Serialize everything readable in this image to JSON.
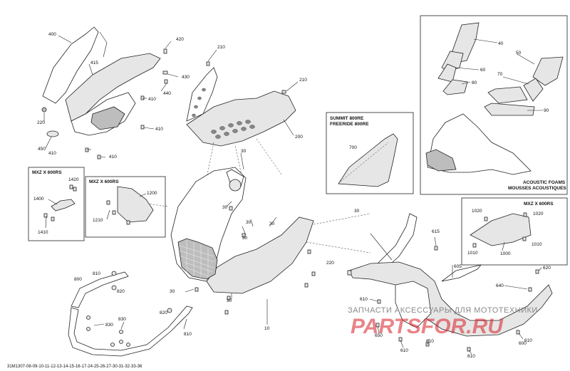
{
  "callouts": {
    "c400": "400",
    "c415": "415",
    "c420": "420",
    "c430": "430",
    "c440": "440",
    "c410a": "410",
    "c410b": "410",
    "c410c": "410",
    "c410d": "410",
    "c220a": "220",
    "c450": "450",
    "c210a": "210",
    "c210b": "210",
    "c200": "200",
    "c30a": "30",
    "c30b": "30",
    "c30c": "30",
    "c30d": "30",
    "c30e": "30",
    "c30f": "30",
    "c30g": "30",
    "c30h": "30",
    "c10": "10",
    "c700": "700",
    "c40": "40",
    "c50": "50",
    "c60": "60",
    "c70": "70",
    "c80": "80",
    "c90": "90",
    "c1420": "1420",
    "c1400": "1400",
    "c1410": "1410",
    "c1200": "1200",
    "c1210": "1210",
    "c1020a": "1020",
    "c1020b": "1020",
    "c1010a": "1010",
    "c1010b": "1010",
    "c1000": "1000",
    "c810a": "810",
    "c800": "800",
    "c820a": "820",
    "c820b": "820",
    "c830a": "830",
    "c830b": "830",
    "c810b": "810",
    "c220b": "220",
    "c615": "615",
    "c605": "605",
    "c620": "620",
    "c640": "640",
    "c610a": "610",
    "c610b": "610",
    "c610c": "610",
    "c610d": "610",
    "c610e": "610",
    "c650": "650",
    "c600": "600"
  },
  "boxes": {
    "mxz_left": "MXZ X 600RS",
    "mxz_mid": "MXZ X 600RS",
    "mxz_right": "MXZ X 600RS",
    "summit_line1": "SUMMIT 800RE",
    "summit_line2": "FREERIDE 800RE",
    "acoustic_line1": "ACOUSTIC FOAMS",
    "acoustic_line2": "MOUSSES ACOUSTIQUES"
  },
  "watermark": {
    "line1": "ЗАПЧАСТИ  АКСЕССУАРЫ ДЛЯ МОТОТЕХНИКИ",
    "logo": "PARTSFOR.RU"
  },
  "reference_code": "31M1307-08-09-10-11-12-13-14-15-16-17-24-25-26-27-30-31-32-33-36",
  "colors": {
    "line": "#222222",
    "watermark_red": "#d81f26",
    "watermark_grey": "#8a8a8a"
  }
}
